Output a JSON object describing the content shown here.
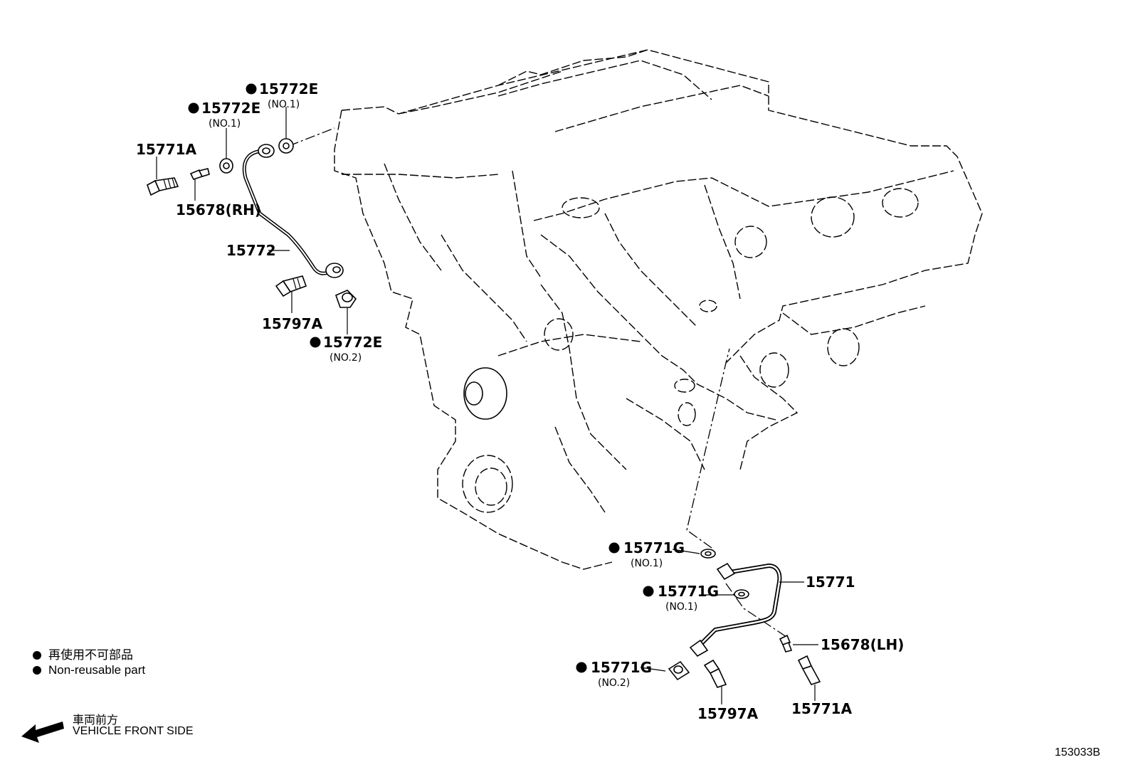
{
  "labels": {
    "p15772E_a": "15772E",
    "p15772E_a_sub": "(NO.1)",
    "p15772E_b": "15772E",
    "p15772E_b_sub": "(NO.1)",
    "p15771A_top": "15771A",
    "p15678_rh": "15678(RH)",
    "p15772": "15772",
    "p15797A_top": "15797A",
    "p15772E_c": "15772E",
    "p15772E_c_sub": "(NO.2)",
    "p15771G_a": "15771G",
    "p15771G_a_sub": "(NO.1)",
    "p15771": "15771",
    "p15771G_b": "15771G",
    "p15771G_b_sub": "(NO.1)",
    "p15678_lh": "15678(LH)",
    "p15771G_c": "15771G",
    "p15771G_c_sub": "(NO.2)",
    "p15797A_bottom": "15797A",
    "p15771A_bottom": "15771A"
  },
  "legend": {
    "jp": "再使用不可部品",
    "en": "Non-reusable part"
  },
  "direction": {
    "jp": "車両前方",
    "en": "VEHICLE FRONT SIDE"
  },
  "diagram_id": "153033B"
}
